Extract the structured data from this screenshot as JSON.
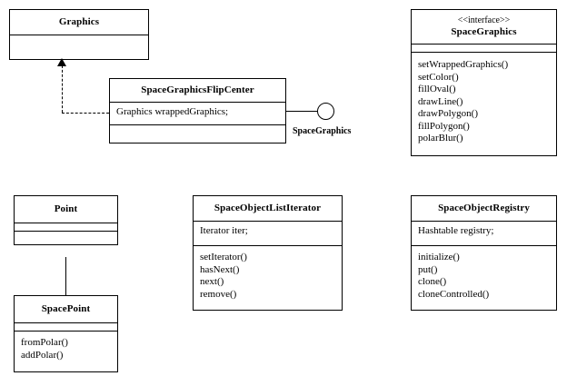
{
  "diagram": {
    "type": "uml-class-diagram",
    "background_color": "#ffffff",
    "line_color": "#000000"
  },
  "classes": {
    "graphics": {
      "name": "Graphics",
      "attributes": [],
      "methods": []
    },
    "space_graphics_flip_center": {
      "name": "SpaceGraphicsFlipCenter",
      "attributes": [
        "Graphics wrappedGraphics;"
      ],
      "methods": []
    },
    "space_graphics": {
      "stereotype": "<<interface>>",
      "name": "SpaceGraphics",
      "attributes": [],
      "methods": [
        "setWrappedGraphics()",
        "setColor()",
        "fillOval()",
        "drawLine()",
        "drawPolygon()",
        "fillPolygon()",
        "polarBlur()"
      ]
    },
    "point": {
      "name": "Point",
      "attributes": [],
      "methods": []
    },
    "space_point": {
      "name": "SpacePoint",
      "attributes": [],
      "methods": [
        "fromPolar()",
        "addPolar()"
      ]
    },
    "space_object_list_iterator": {
      "name": "SpaceObjectListIterator",
      "attributes": [
        "Iterator iter;"
      ],
      "methods": [
        "setIterator()",
        "hasNext()",
        "next()",
        "remove()"
      ]
    },
    "space_object_registry": {
      "name": "SpaceObjectRegistry",
      "attributes": [
        "Hashtable registry;"
      ],
      "methods": [
        "initialize()",
        "put()",
        "clone()",
        "cloneControlled()"
      ]
    }
  },
  "connectors": {
    "realization_flipcenter_to_graphics": {
      "kind": "dashed-line-with-filled-triangle",
      "from": "SpaceGraphicsFlipCenter",
      "to": "Graphics"
    },
    "generalization_spacepoint_to_point": {
      "kind": "solid-line-with-hollow-triangle",
      "from": "SpacePoint",
      "to": "Point"
    },
    "provided_interface_lollipop": {
      "kind": "lollipop",
      "label": "SpaceGraphics",
      "owner": "SpaceGraphicsFlipCenter"
    }
  }
}
